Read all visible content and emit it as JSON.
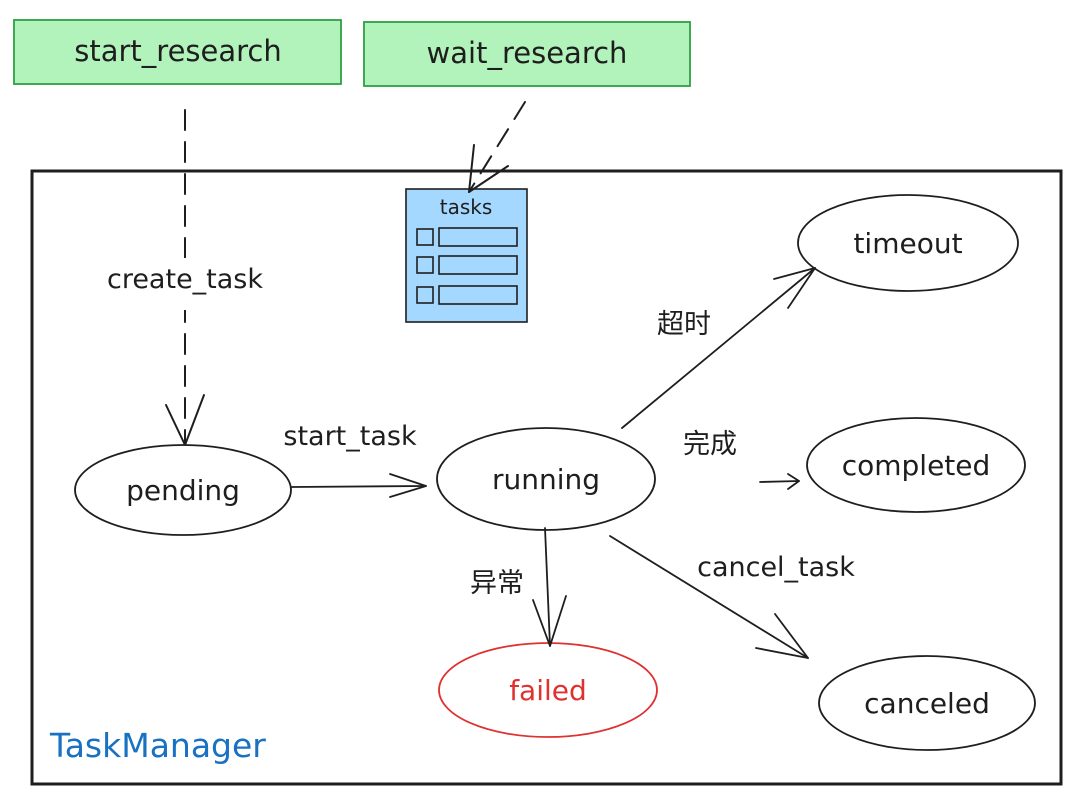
{
  "api_boxes": {
    "start": "start_research",
    "wait": "wait_research"
  },
  "container_label": "TaskManager",
  "tasks_store": {
    "label": "tasks",
    "row_count": 3
  },
  "states": {
    "pending": "pending",
    "running": "running",
    "timeout": "timeout",
    "completed": "completed",
    "failed": "failed",
    "canceled": "canceled"
  },
  "transitions": {
    "create_task": "create_task",
    "start_task": "start_task",
    "timeout": "超时",
    "complete": "完成",
    "error": "异常",
    "cancel_task": "cancel_task"
  },
  "colors": {
    "api_box_fill": "#b2f2bb",
    "api_box_stroke": "#2f9e44",
    "tasks_fill": "#a5d8ff",
    "tasks_stroke": "#1971c2",
    "failed_color": "#e03131",
    "container_label_color": "#1971c2",
    "stroke": "#1e1e1e"
  }
}
